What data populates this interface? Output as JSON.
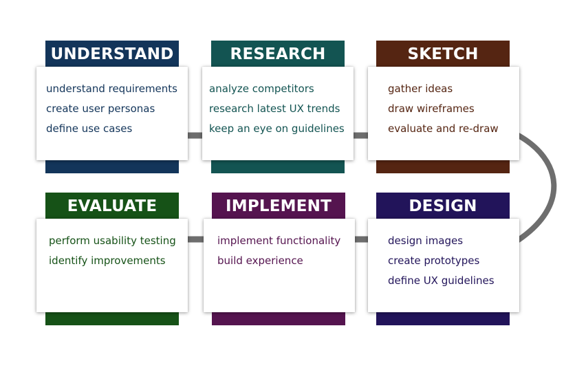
{
  "stages": [
    {
      "id": "understand",
      "title": "UNDERSTAND",
      "color": "#13355a",
      "items": [
        "understand requirements",
        "create user personas",
        "define use cases"
      ]
    },
    {
      "id": "research",
      "title": "RESEARCH",
      "color": "#135452",
      "items": [
        "analyze competitors",
        "research latest UX trends",
        "keep an eye on guidelines"
      ]
    },
    {
      "id": "sketch",
      "title": "SKETCH",
      "color": "#552512",
      "items": [
        "gather ideas",
        "draw wireframes",
        "evaluate and re-draw"
      ]
    },
    {
      "id": "evaluate",
      "title": "EVALUATE",
      "color": "#165217",
      "items": [
        "perform usability testing",
        "identify improvements"
      ]
    },
    {
      "id": "implement",
      "title": "IMPLEMENT",
      "color": "#55144f",
      "items": [
        "implement functionality",
        "build experience"
      ]
    },
    {
      "id": "design",
      "title": "DESIGN",
      "color": "#22145a",
      "items": [
        "design images",
        "create prototypes",
        "define UX guidelines"
      ]
    }
  ],
  "connector_color": "#6e6e6e"
}
